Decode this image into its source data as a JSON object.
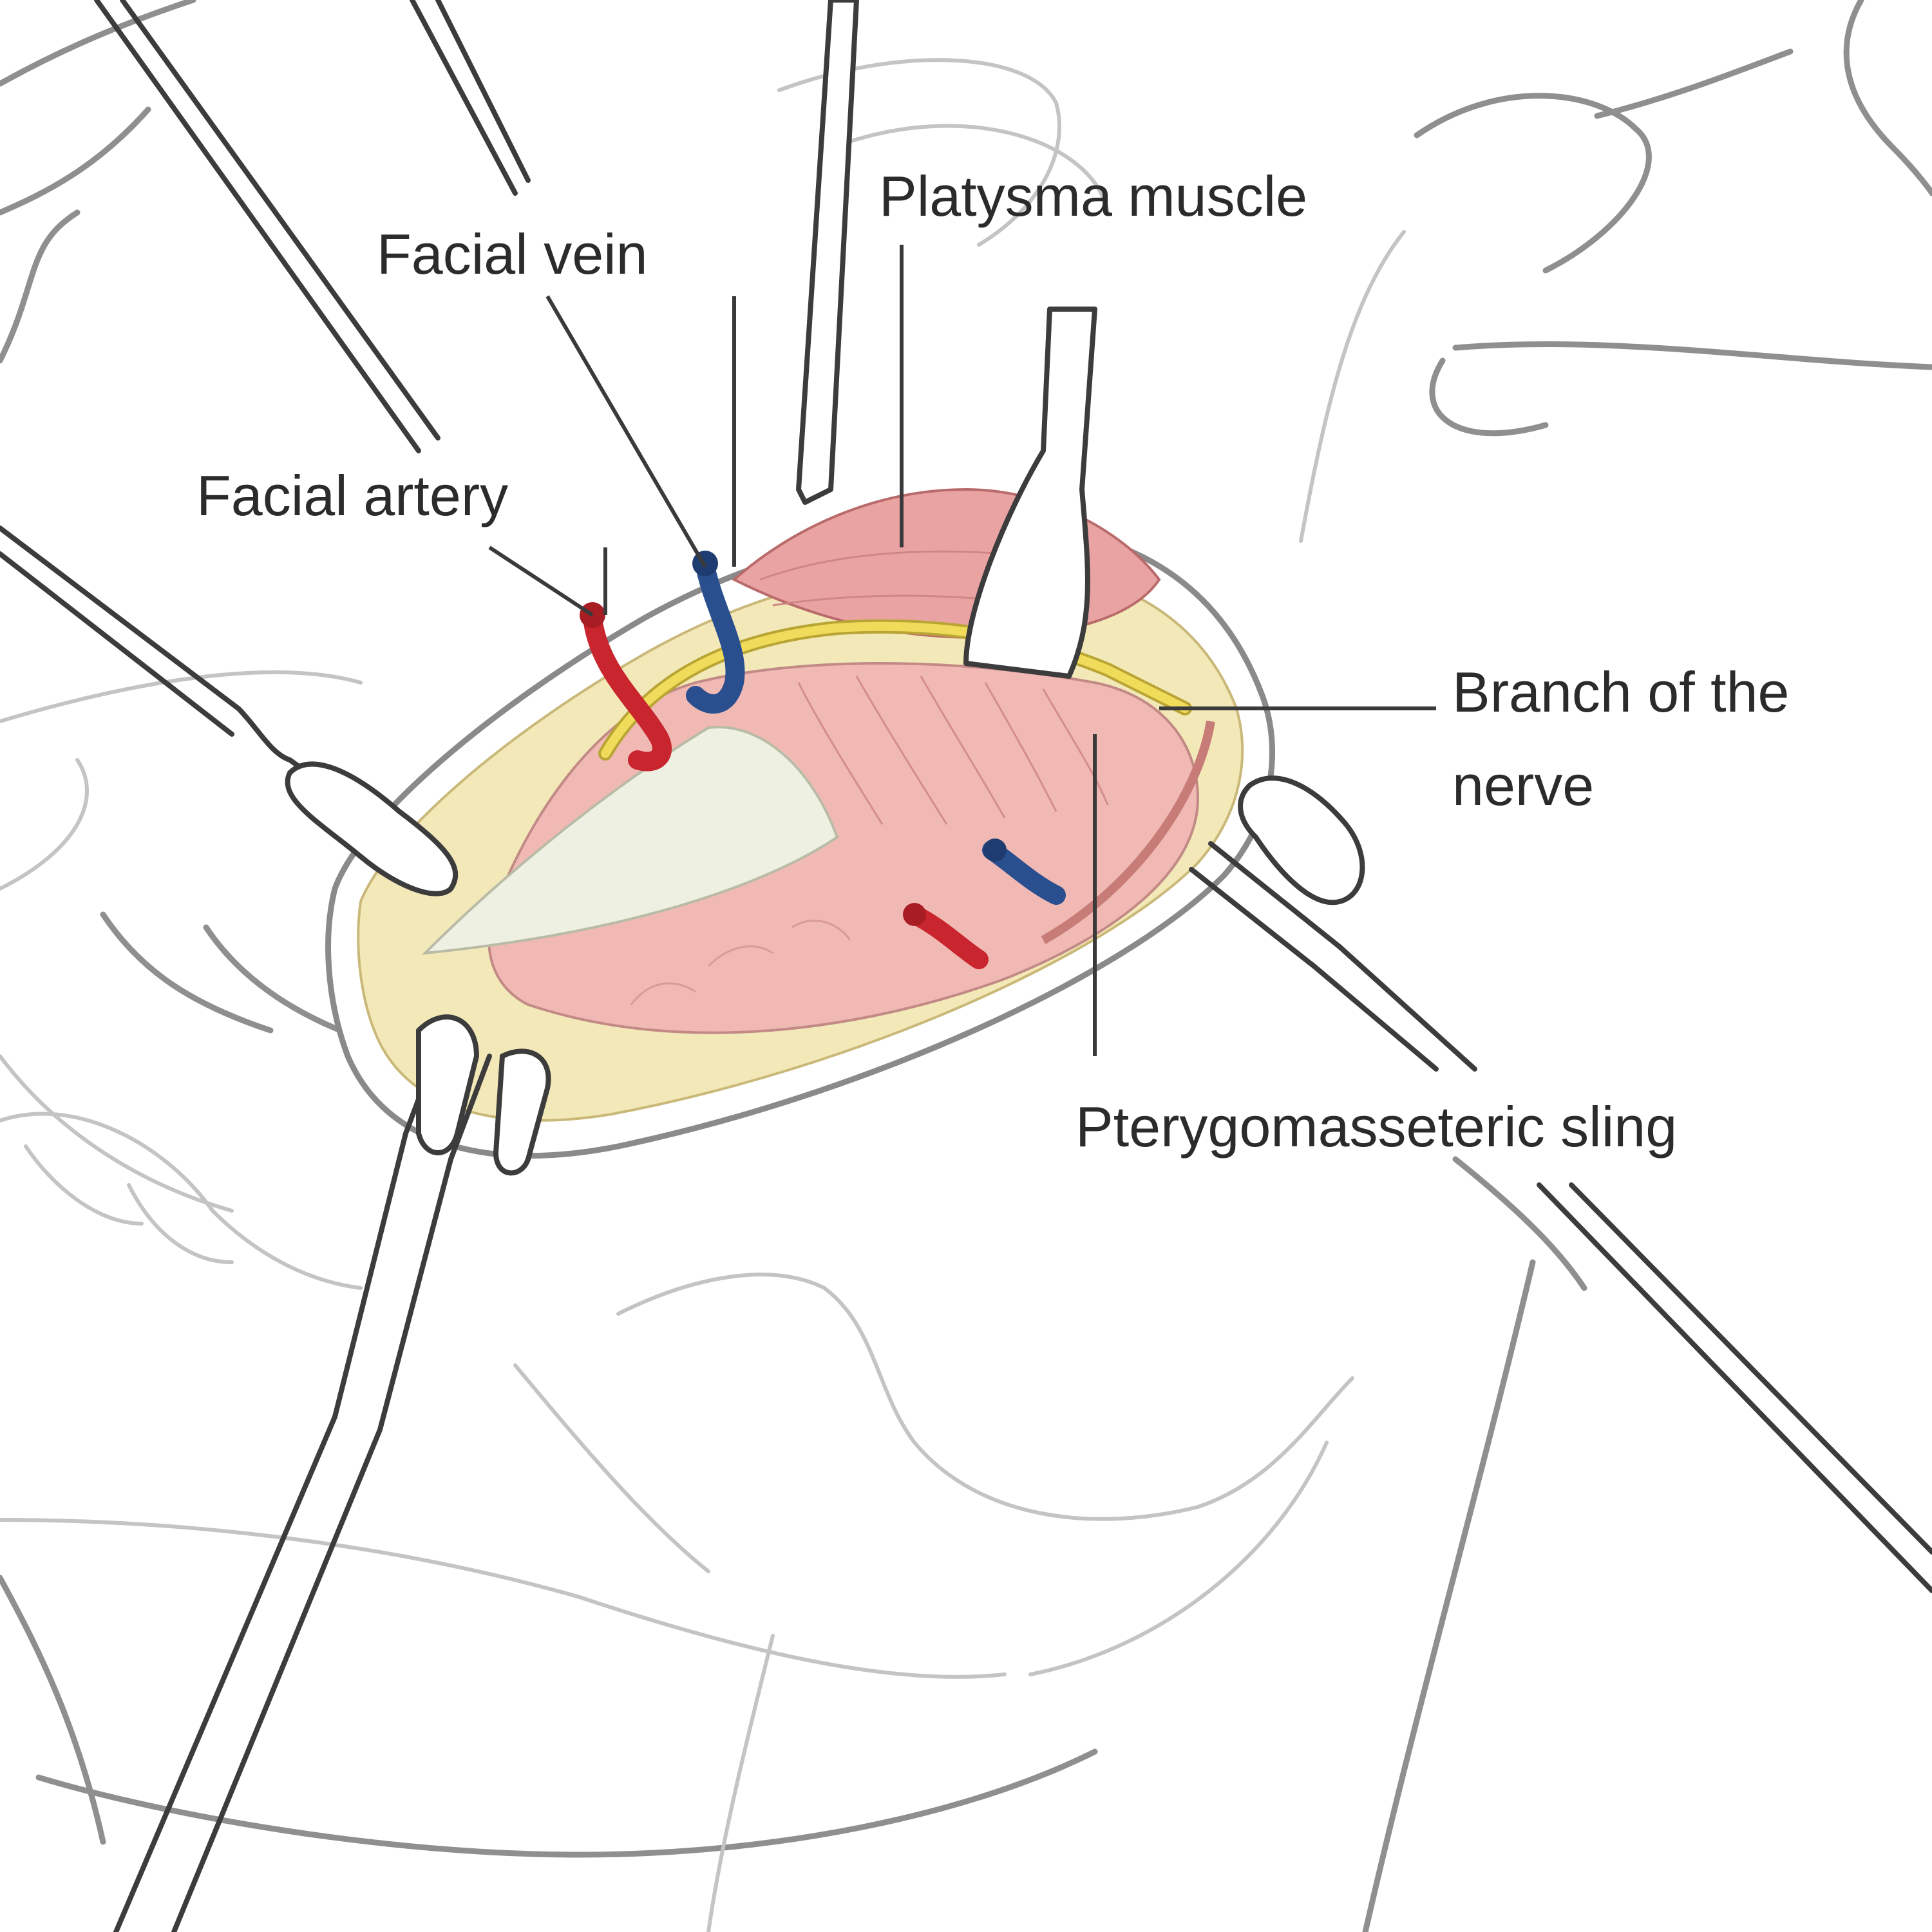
{
  "labels": {
    "platysma": "Platysma muscle",
    "facial_vein": "Facial vein",
    "facial_artery": "Facial artery",
    "branch_line1": "Branch of the",
    "branch_line2": "nerve",
    "pterygo": "Pterygomasseteric sling"
  },
  "colors": {
    "artery": "#c8252e",
    "vein": "#2a4f8f",
    "nerve": "#f0dc5a",
    "muscle": "#f0b3b3",
    "fat": "#f3e9b8",
    "bone": "#eef0e2",
    "outline": "#8f8f8f"
  }
}
